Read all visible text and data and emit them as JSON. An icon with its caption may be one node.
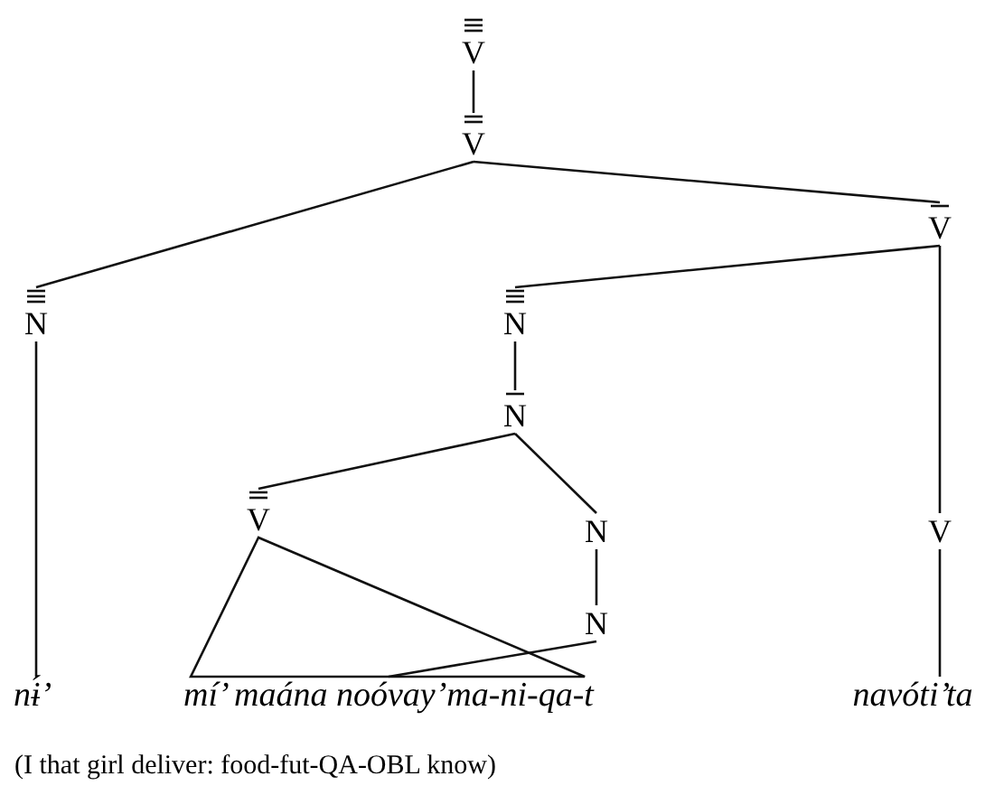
{
  "diagram": {
    "caption": "(I that girl deliver: food-fut-QA-OBL know)",
    "nodes": [
      {
        "text": [
          "V"
        ]
      },
      {
        "text": [
          "V"
        ]
      },
      {
        "text": [
          "N"
        ]
      },
      {
        "text": [
          "V"
        ]
      },
      {
        "text": [
          "N"
        ]
      },
      {
        "text": [
          "N"
        ]
      },
      {
        "text": [
          "V"
        ]
      },
      {
        "text": [
          "N"
        ]
      },
      {
        "text": [
          "N"
        ]
      },
      {
        "text": [
          "V"
        ]
      },
      {
        "text": [
          "nɨ́’"
        ]
      },
      {
        "text": [
          "mí’ maána noóvay’ma-ni-qa-t"
        ]
      },
      {
        "text": [
          "navóti’ta"
        ]
      }
    ],
    "edges": [
      {
        "from": 0,
        "to": 1,
        "arrow": "none"
      },
      {
        "from": 1,
        "to": 2,
        "arrow": "none"
      },
      {
        "from": 1,
        "to": 3,
        "arrow": "none"
      },
      {
        "from": 3,
        "to": 4,
        "arrow": "none"
      },
      {
        "from": 3,
        "to": 9,
        "arrow": "none"
      },
      {
        "from": 4,
        "to": 5,
        "arrow": "none"
      },
      {
        "from": 5,
        "to": 6,
        "arrow": "none"
      },
      {
        "from": 5,
        "to": 7,
        "arrow": "none"
      },
      {
        "from": 7,
        "to": 8,
        "arrow": "none"
      },
      {
        "from": 6,
        "to": 11,
        "arrow": "none"
      },
      {
        "from": 8,
        "to": 11,
        "arrow": "none"
      },
      {
        "from": 2,
        "to": 10,
        "arrow": "none"
      },
      {
        "from": 9,
        "to": 12,
        "arrow": "none"
      }
    ]
  }
}
